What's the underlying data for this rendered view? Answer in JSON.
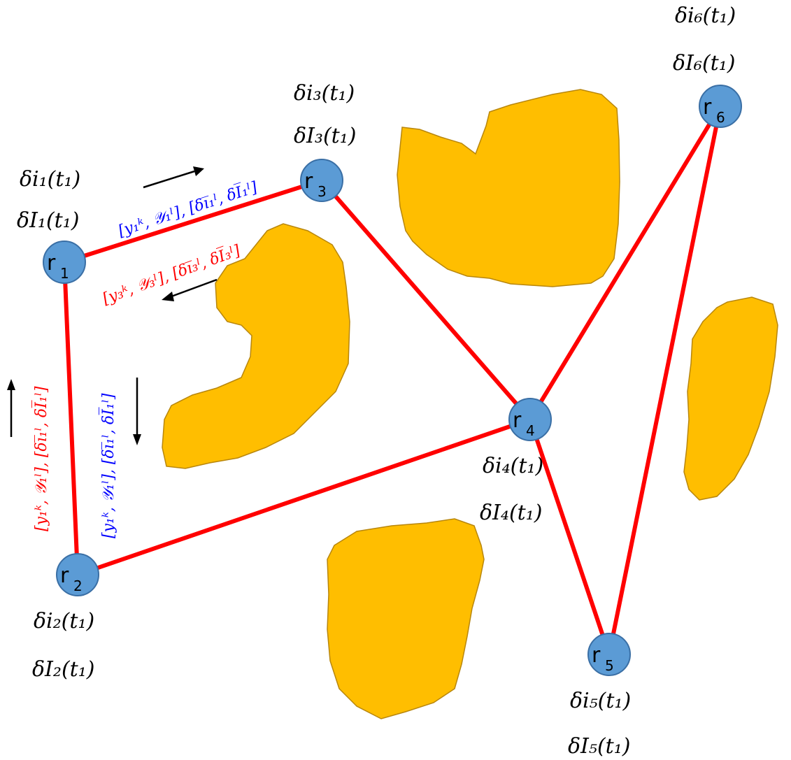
{
  "colors": {
    "obstacle": "#FFBE00",
    "link": "#FF0000",
    "node": "#5B9BD5",
    "message_red": "#FF0000",
    "message_blue": "#0000FF"
  },
  "nodes": [
    {
      "id": "r1",
      "letter": "r",
      "index": "1",
      "info_i": "δi₁(t₁)",
      "info_I": "δI₁(t₁)"
    },
    {
      "id": "r2",
      "letter": "r",
      "index": "2",
      "info_i": "δi₂(t₁)",
      "info_I": "δI₂(t₁)"
    },
    {
      "id": "r3",
      "letter": "r",
      "index": "3",
      "info_i": "δi₃(t₁)",
      "info_I": "δI₃(t₁)"
    },
    {
      "id": "r4",
      "letter": "r",
      "index": "4",
      "info_i": "δi₄(t₁)",
      "info_I": "δI₄(t₁)"
    },
    {
      "id": "r5",
      "letter": "r",
      "index": "5",
      "info_i": "δi₅(t₁)",
      "info_I": "δI₅(t₁)"
    },
    {
      "id": "r6",
      "letter": "r",
      "index": "6",
      "info_i": "δi₆(t₁)",
      "info_I": "δI₆(t₁)"
    }
  ],
  "edges": [
    [
      "r1",
      "r3"
    ],
    [
      "r1",
      "r2"
    ],
    [
      "r2",
      "r4"
    ],
    [
      "r3",
      "r4"
    ],
    [
      "r4",
      "r6"
    ],
    [
      "r4",
      "r5"
    ],
    [
      "r5",
      "r6"
    ]
  ],
  "messages": {
    "r1_to_r3": "[y₁ᵏ, 𝒴₁ˡ], [δi̅₁ˡ, δI̅₁ˡ]",
    "r3_to_r1": "[y₃ᵏ, 𝒴₃ˡ], [δi̅₃ˡ, δI̅₃ˡ]",
    "r2_to_r1": "[y₁ᵏ, 𝒴₁ˡ], [δi̅₁ˡ, δI̅₁ˡ]",
    "r1_to_r2": "[y₁ᵏ, 𝒴₁ˡ], [δi̅₁ˡ, δI̅₁ˡ]"
  }
}
